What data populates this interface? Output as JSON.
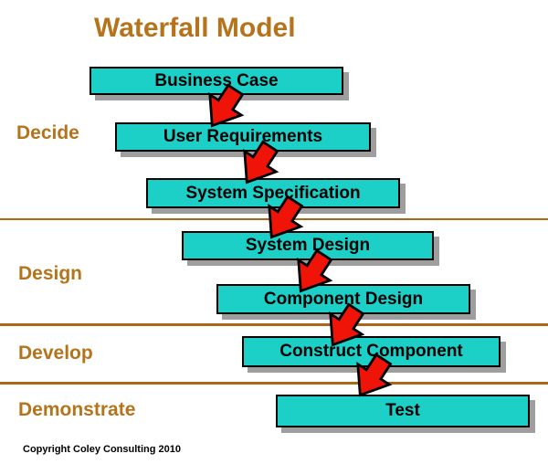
{
  "title": "Waterfall Model",
  "copyright": "Copyright Coley Consulting 2010",
  "colors": {
    "heading_brown": "#B5741B",
    "divider_brown": "#A8671B",
    "box_fill_cyan": "#1CCFC7",
    "box_border": "#000000",
    "box_shadow_gray": "#9e9e9e",
    "arrow_red": "#F01408",
    "background": "#ffffff"
  },
  "phases": [
    {
      "label": "Decide"
    },
    {
      "label": "Design"
    },
    {
      "label": "Develop"
    },
    {
      "label": "Demonstrate"
    }
  ],
  "stages": [
    {
      "label": "Business Case"
    },
    {
      "label": "User Requirements"
    },
    {
      "label": "System Specification"
    },
    {
      "label": "System Design"
    },
    {
      "label": "Component Design"
    },
    {
      "label": "Construct Component"
    },
    {
      "label": "Test"
    }
  ],
  "icons": {
    "flow_arrow": "down-right-block-arrow"
  }
}
